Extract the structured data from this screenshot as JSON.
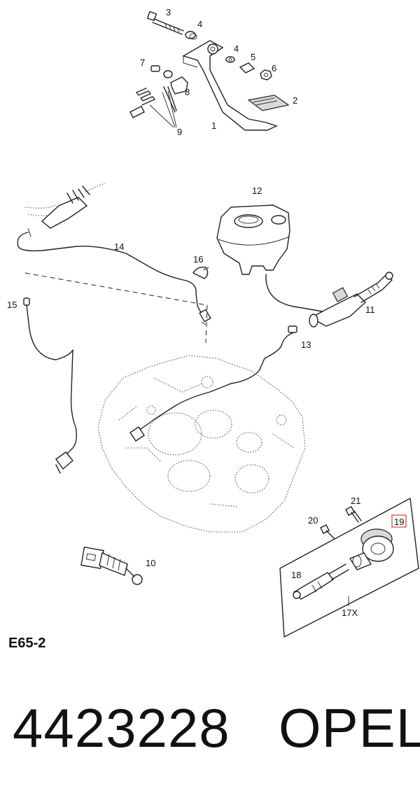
{
  "diagram": {
    "callouts": {
      "c1": "1",
      "c2": "2",
      "c3": "3",
      "c4a": "4",
      "c4b": "4",
      "c5": "5",
      "c6": "6",
      "c7": "7",
      "c8": "8",
      "c9": "9",
      "c10": "10",
      "c11": "11",
      "c12": "12",
      "c13": "13",
      "c14": "14",
      "c15": "15",
      "c16": "16",
      "c17": "17X",
      "c18": "18",
      "c19": "19",
      "c20": "20",
      "c21": "21"
    },
    "highlighted_callout": "19",
    "highlight_color": "#d23c3c"
  },
  "diagram_code": "E65-2",
  "part_number": "4423228",
  "brand": "OPEL"
}
